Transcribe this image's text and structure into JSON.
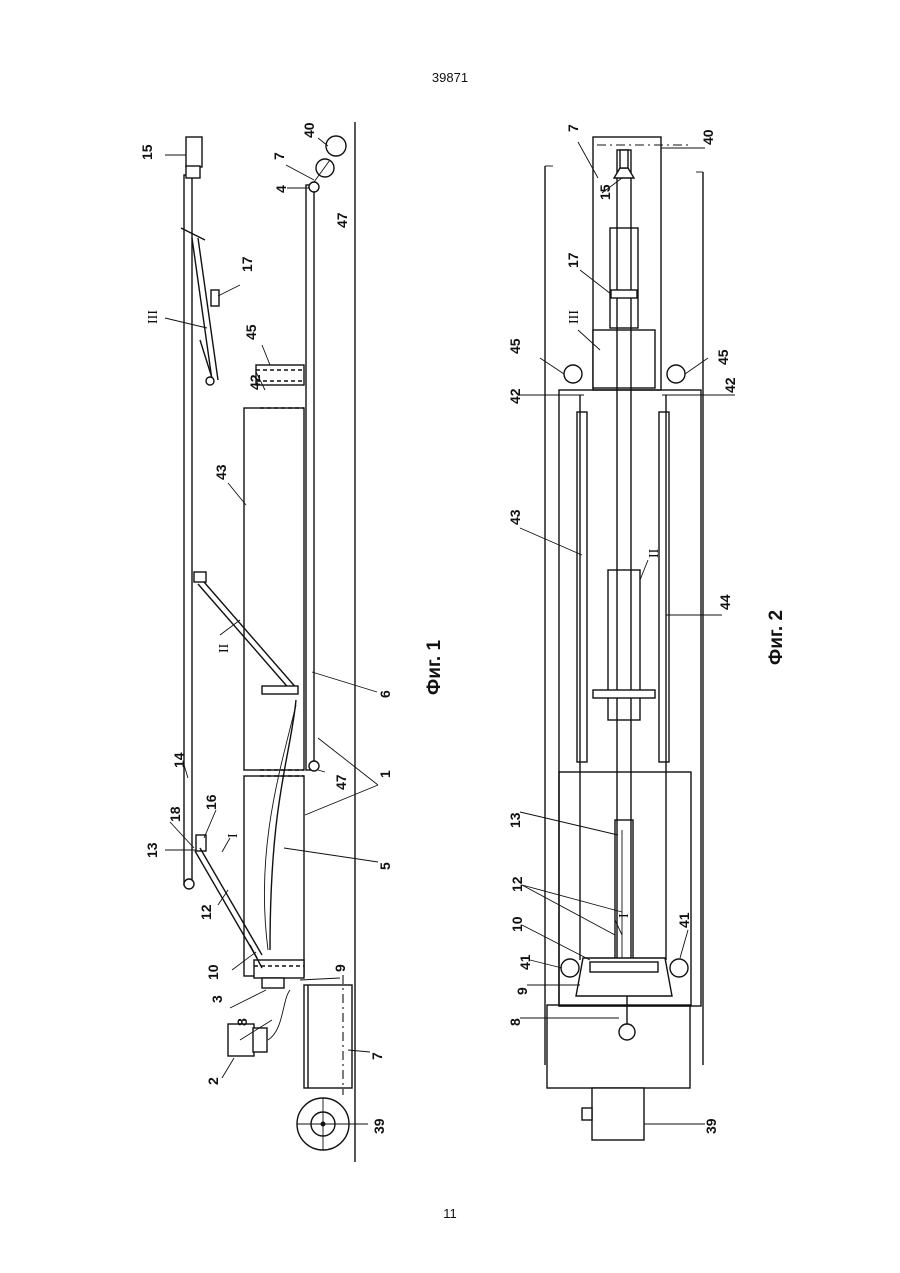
{
  "header_number": "39871",
  "footer_number": "11",
  "figures": [
    {
      "caption": "Фиг. 1",
      "labels": [
        "15",
        "40",
        "7",
        "4",
        "47",
        "17",
        "III",
        "45",
        "42",
        "43",
        "II",
        "6",
        "14",
        "1",
        "18",
        "16",
        "I",
        "13",
        "47",
        "5",
        "12",
        "10",
        "9",
        "3",
        "8",
        "2",
        "7",
        "39"
      ]
    },
    {
      "caption": "Фиг. 2",
      "labels": [
        "7",
        "40",
        "15",
        "17",
        "III",
        "45",
        "45",
        "42",
        "42",
        "43",
        "II",
        "44",
        "13",
        "12",
        "I",
        "10",
        "41",
        "41",
        "9",
        "8",
        "39"
      ]
    }
  ]
}
